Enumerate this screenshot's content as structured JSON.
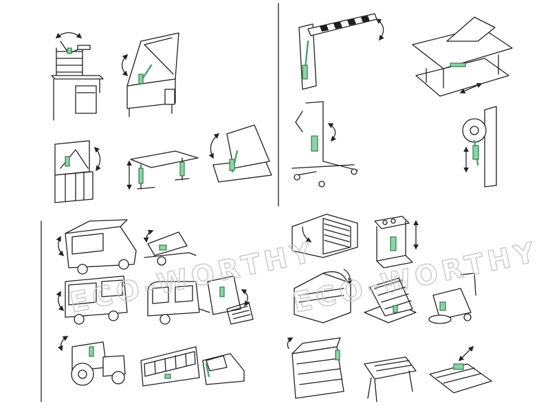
{
  "watermark": {
    "left": "ECO-WORTHY",
    "right": "ECO-WORTHY"
  },
  "colors": {
    "background": "#ffffff",
    "line": "#1e1e1e",
    "actuator_fill": "#8cd4a6",
    "actuator_stroke": "#2f7a4b",
    "watermark": "#c8c8c8"
  },
  "illustrations": [
    "standing-desk-with-monitor-arm",
    "box-with-lifting-lid",
    "parking-barrier-gate",
    "adjustable-bed",
    "wall-cabinet-flap",
    "height-adjustable-table",
    "floor-hatch-lid",
    "patient-lift",
    "wall-pulley-lift",
    "food-truck-side-panel",
    "tipping-trailer",
    "bus-side-door",
    "caravan-awning",
    "vehicle-sunroof-hatch",
    "tractor-cab-hatch",
    "bus-windows",
    "car-tailgate",
    "shop-window-shutter",
    "lifting-platform-frame",
    "refrigerated-display-case",
    "storage-bed-lift",
    "floor-cleaning-machine",
    "tool-cabinet-lid",
    "barbecue-grill",
    "conveyor-pusher"
  ]
}
